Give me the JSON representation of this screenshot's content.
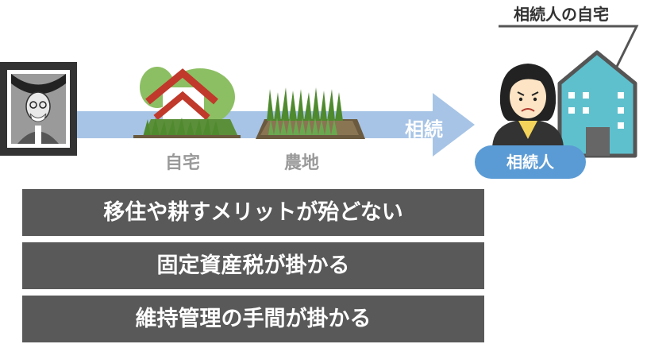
{
  "callout": {
    "text": "相続人の自宅"
  },
  "items": {
    "house_label": "自宅",
    "farmland_label": "農地"
  },
  "arrow": {
    "label": "相続"
  },
  "heir": {
    "badge": "相続人"
  },
  "reasons": [
    "移住や耕すメリットが殆どない",
    "固定資産税が掛かる",
    "維持管理の手間が掛かる"
  ],
  "colors": {
    "arrow": "#a7c4e6",
    "badge": "#5b9bd5",
    "bar": "#595959",
    "building": "#5fc0cd",
    "label": "#9a9a9a"
  }
}
